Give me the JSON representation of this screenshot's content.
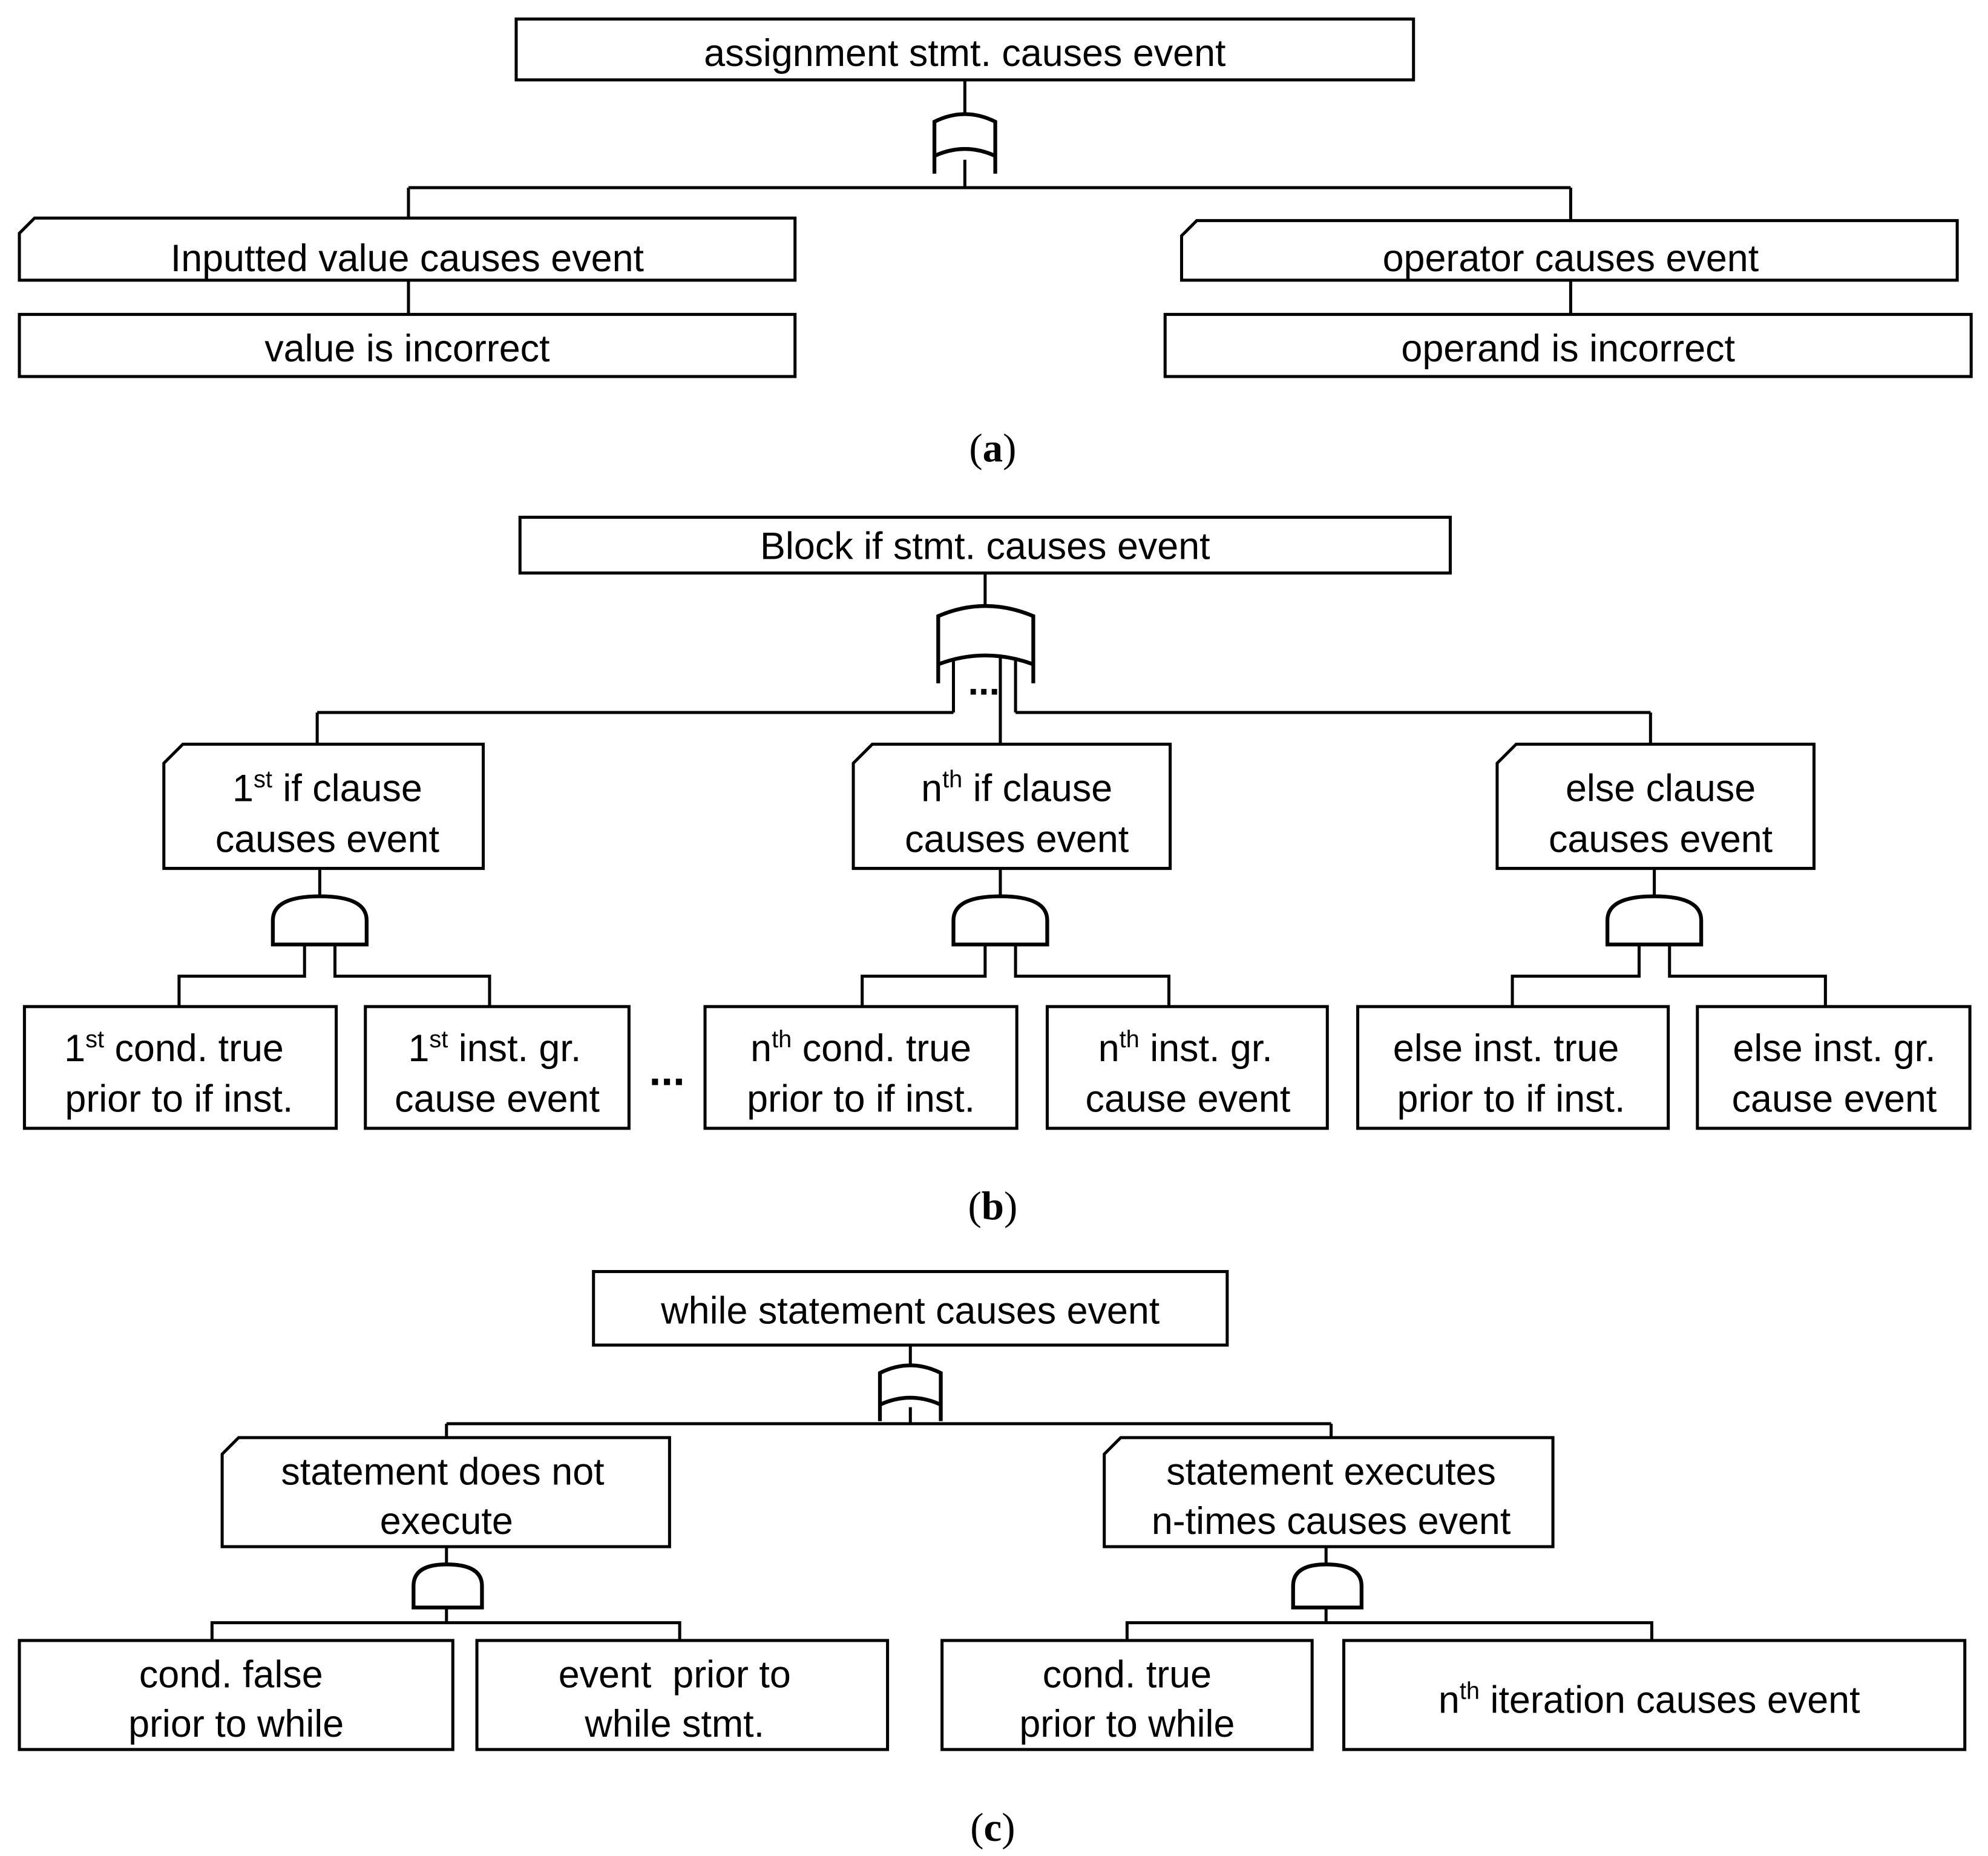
{
  "panel_a": {
    "caption_open": "(",
    "caption_letter": "a",
    "caption_close": ")",
    "root": "assignment stmt. causes event",
    "left_event": "Inputted value causes event",
    "left_cause": "value is incorrect",
    "right_event": "operator causes event",
    "right_cause": "operand is incorrect"
  },
  "panel_b": {
    "caption_open": "(",
    "caption_letter": "b",
    "caption_close": ")",
    "root": "Block if stmt. causes event",
    "gate_ellipsis": "...",
    "between_ellipsis": "...",
    "clause1": {
      "pre": "1",
      "sup": "st",
      "rest": " if clause",
      "line2": "causes event"
    },
    "clausen": {
      "pre": "n",
      "sup": "th",
      "rest": " if clause",
      "line2": "causes event"
    },
    "clause_else": {
      "line1": "else clause",
      "line2": "causes event"
    },
    "c1_cond": {
      "pre": "1",
      "sup": "st",
      "rest": " cond. true",
      "line2": "prior to if inst."
    },
    "c1_inst": {
      "pre": "1",
      "sup": "st",
      "rest": " inst. gr.",
      "line2": "cause event"
    },
    "cn_cond": {
      "pre": "n",
      "sup": "th",
      "rest": " cond. true",
      "line2": "prior to if inst."
    },
    "cn_inst": {
      "pre": "n",
      "sup": "th",
      "rest": " inst. gr.",
      "line2": "cause event"
    },
    "ce_cond": {
      "line1": "else inst. true",
      "line2": "prior to if inst."
    },
    "ce_inst": {
      "line1": "else inst. gr.",
      "line2": "cause event"
    }
  },
  "panel_c": {
    "caption_open": "(",
    "caption_letter": "c",
    "caption_close": ")",
    "root": "while statement causes event",
    "left_event": {
      "line1": "statement does not",
      "line2": "execute"
    },
    "right_event": {
      "line1": "statement executes",
      "line2": "n-times causes event"
    },
    "l_cond": {
      "line1": "cond. false",
      "line2": "prior to while"
    },
    "l_event": {
      "line1": "event  prior to",
      "line2": "while stmt."
    },
    "r_cond": {
      "line1": "cond. true",
      "line2": "prior to while"
    },
    "r_iter": {
      "pre": "n",
      "sup": "th",
      "rest": " iteration causes event"
    }
  }
}
